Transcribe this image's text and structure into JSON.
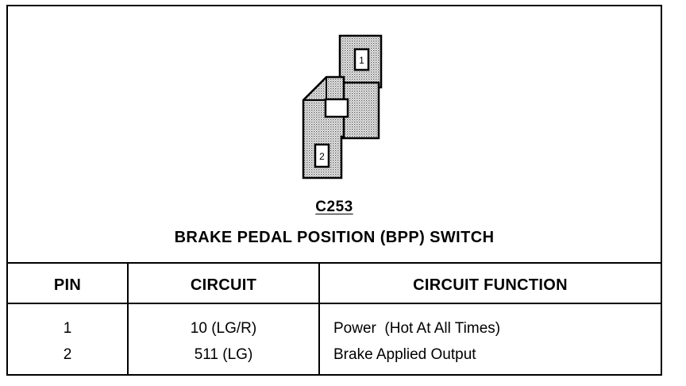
{
  "connector": {
    "id": "C253",
    "name": "BRAKE PEDAL POSITION (BPP) SWITCH",
    "pin_labels": [
      "1",
      "2"
    ]
  },
  "table": {
    "headers": [
      "PIN",
      "CIRCUIT",
      "CIRCUIT FUNCTION"
    ],
    "rows": [
      {
        "pin": "1",
        "circuit": "10 (LG/R)",
        "function": "Power  (Hot At All Times)"
      },
      {
        "pin": "2",
        "circuit": "511 (LG)",
        "function": "Brake Applied Output"
      }
    ]
  }
}
